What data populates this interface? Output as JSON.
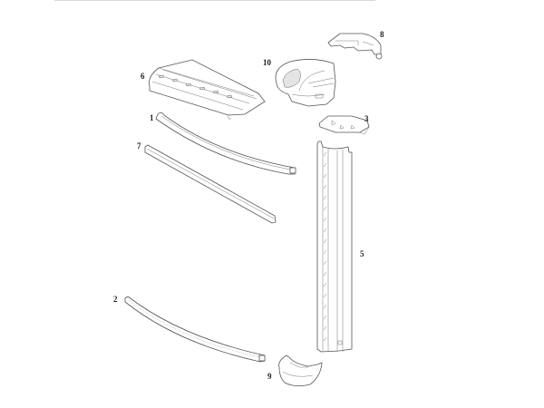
{
  "diagram": {
    "type": "exploded-parts-view",
    "parts": [
      {
        "id": "part-1",
        "label": "1",
        "name": "curved-top-rail"
      },
      {
        "id": "part-2",
        "label": "2",
        "name": "curved-bottom-track"
      },
      {
        "id": "part-3",
        "label": "3",
        "name": "connector-plate"
      },
      {
        "id": "part-5",
        "label": "5",
        "name": "upright-post"
      },
      {
        "id": "part-6",
        "label": "6",
        "name": "top-seat-cap"
      },
      {
        "id": "part-7",
        "label": "7",
        "name": "straight-bar"
      },
      {
        "id": "part-8",
        "label": "8",
        "name": "base-shoe"
      },
      {
        "id": "part-9",
        "label": "9",
        "name": "top-bracket"
      },
      {
        "id": "part-10",
        "label": "10",
        "name": "post-cap-cover"
      }
    ]
  }
}
